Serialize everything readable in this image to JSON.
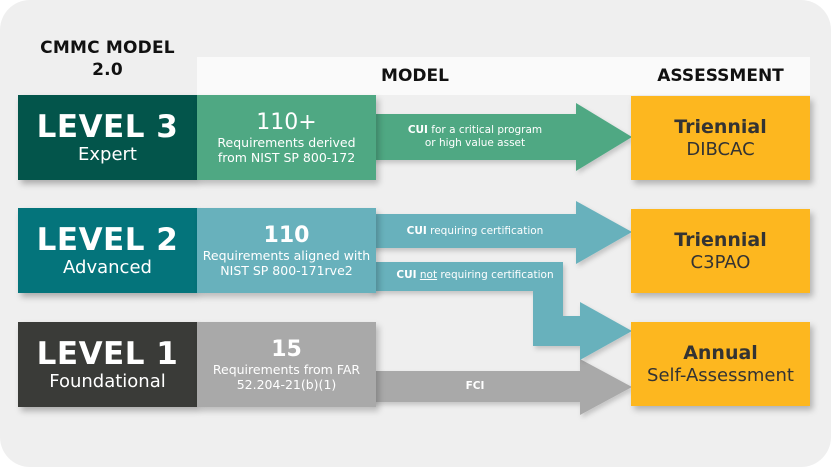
{
  "title": "CMMC MODEL 2.0",
  "title_lines": [
    "CMMC MODEL",
    "2.0"
  ],
  "headers": {
    "model": "MODEL",
    "assessment": "ASSESSMENT"
  },
  "colors": {
    "panel_bg": "#efefef",
    "level3_dark": "#03554b",
    "level3_light": "#4fa883",
    "level2_dark": "#04747b",
    "level2_light": "#68b1bc",
    "level1_dark": "#3a3b38",
    "level1_light": "#a9a9a9",
    "assessment": "#fdb71f"
  },
  "levels": [
    {
      "name": "LEVEL 3",
      "subtitle": "Expert",
      "requirement_count": "110+",
      "requirement_desc_lines": [
        "Requirements derived",
        "from NIST SP 800-172"
      ],
      "arrows": [
        {
          "prefix": "CUI",
          "mid": "",
          "text_line1": " for a critical program",
          "text_line2": "or high value asset",
          "target": "Triennial DIBCAC"
        }
      ]
    },
    {
      "name": "LEVEL 2",
      "subtitle": "Advanced",
      "requirement_count": "110",
      "requirement_desc_lines": [
        "Requirements aligned with",
        "NIST SP 800-171rve2"
      ],
      "arrows": [
        {
          "prefix": "CUI",
          "text": " requiring certification",
          "target": "Triennial C3PAO"
        },
        {
          "prefix": "CUI",
          "underlined": "not",
          "text": " requiring certification",
          "target": "Annual Self-Assessment"
        }
      ]
    },
    {
      "name": "LEVEL 1",
      "subtitle": "Foundational",
      "requirement_count": "15",
      "requirement_desc_lines": [
        "Requirements from FAR",
        "52.204-21(b)(1)"
      ],
      "arrows": [
        {
          "prefix": "FCI",
          "text": "",
          "target": "Annual Self-Assessment"
        }
      ]
    }
  ],
  "assessments": [
    {
      "frequency": "Triennial",
      "assessor": "DIBCAC"
    },
    {
      "frequency": "Triennial",
      "assessor": "C3PAO"
    },
    {
      "frequency": "Annual",
      "assessor": "Self-Assessment"
    }
  ]
}
